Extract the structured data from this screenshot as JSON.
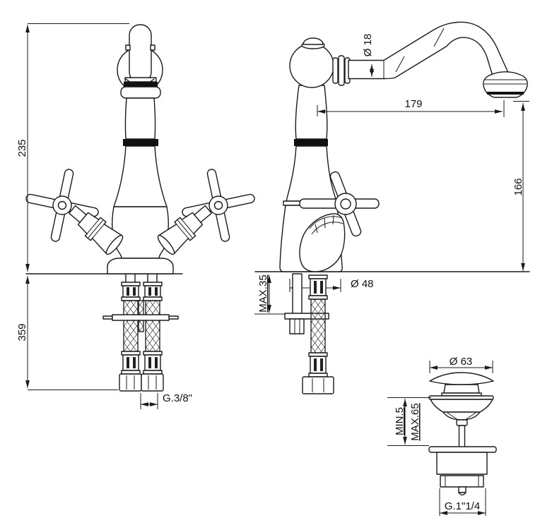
{
  "drawing": {
    "type": "faucet-technical-drawing",
    "views": [
      "front-view-with-supply-hoses",
      "side-view-spout-profile",
      "pop-up-waste-drain"
    ],
    "units": "mm",
    "labels": {
      "front": {
        "height_above_counter": "235",
        "length_below_counter": "359",
        "supply_hose_thread": "G.3/8\""
      },
      "side": {
        "spout_diameter": "Ø 18",
        "spout_reach": "179",
        "spout_outlet_height": "166",
        "max_counter_thickness": "MAX.35",
        "base_diameter": "Ø 48"
      },
      "drain": {
        "cap_diameter": "Ø 63",
        "clamp_min": "MIN.5",
        "clamp_max": "MAX.65",
        "waste_thread": "G.1\"1/4"
      }
    },
    "colors": {
      "line": "#1a1a1a",
      "background": "#ffffff"
    }
  }
}
